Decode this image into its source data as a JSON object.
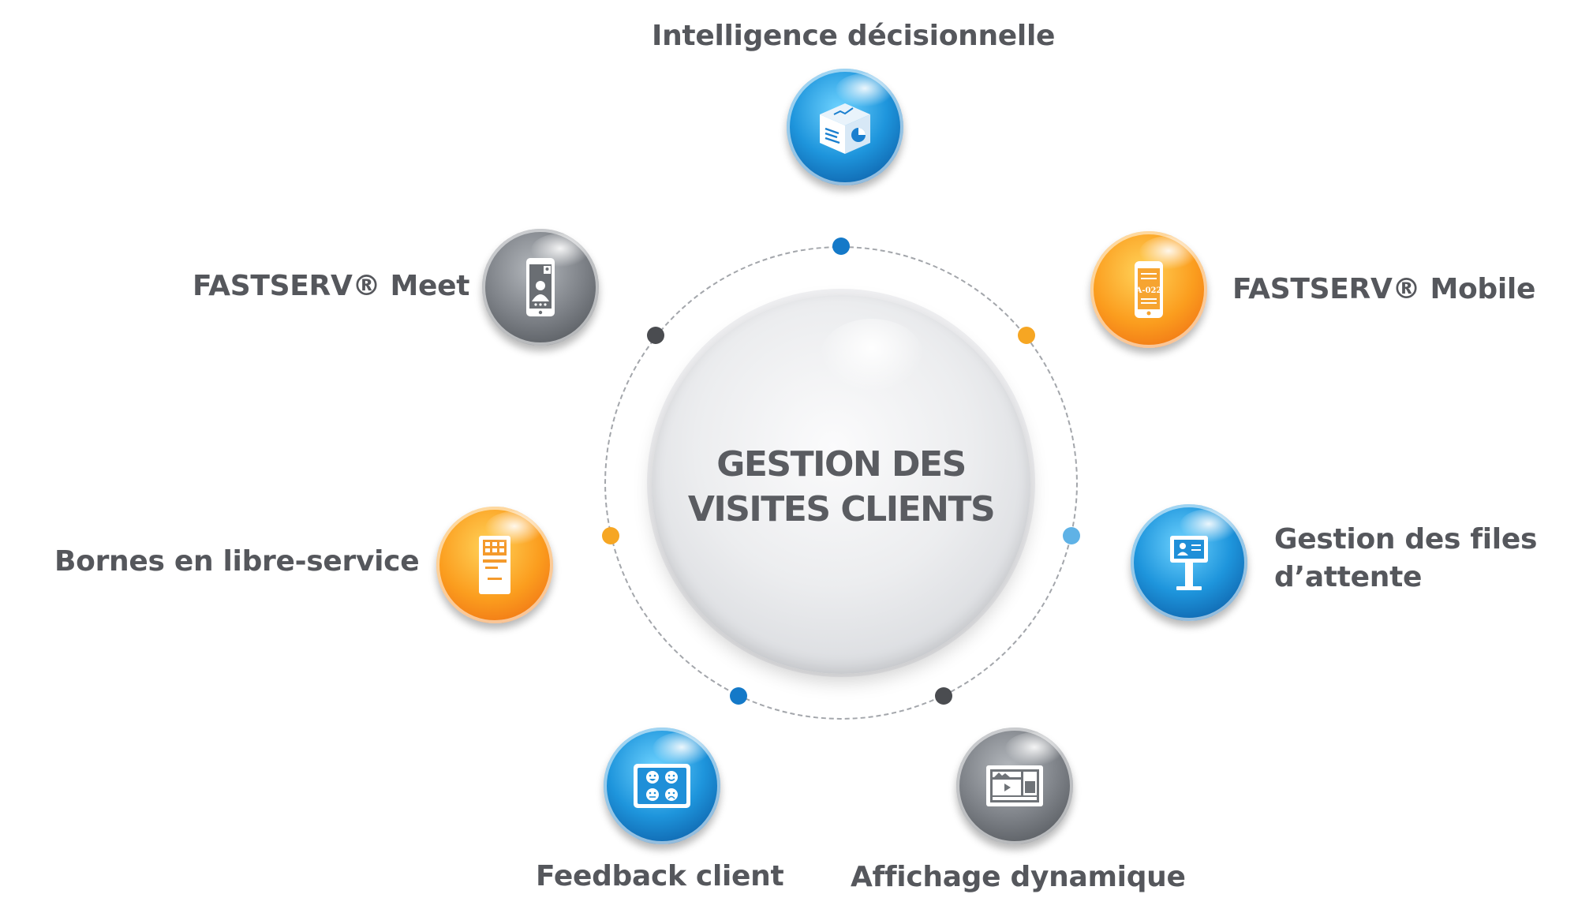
{
  "center": {
    "title": "GESTION DES\nVISITES CLIENTS"
  },
  "nodes": [
    {
      "id": "intelligence",
      "label": "Intelligence décisionnelle",
      "color": "blue",
      "icon": "cube-analytics-icon"
    },
    {
      "id": "mobile",
      "label": "FASTSERV® Mobile",
      "color": "orange",
      "icon": "mobile-ticket-icon",
      "ticket": "A-022"
    },
    {
      "id": "files",
      "label": "Gestion des files\nd’attente",
      "color": "blue",
      "icon": "queue-kiosk-icon"
    },
    {
      "id": "affichage",
      "label": "Affichage dynamique",
      "color": "gray",
      "icon": "digital-signage-icon"
    },
    {
      "id": "feedback",
      "label": "Feedback client",
      "color": "blue",
      "icon": "feedback-smileys-icon"
    },
    {
      "id": "bornes",
      "label": "Bornes en libre-service",
      "color": "orange",
      "icon": "self-service-kiosk-icon"
    },
    {
      "id": "meet",
      "label": "FASTSERV® Meet",
      "color": "gray",
      "icon": "video-meeting-phone-icon"
    }
  ],
  "ring_dots": [
    {
      "color": "#1479c8"
    },
    {
      "color": "#f6a623"
    },
    {
      "color": "#5fb2e6"
    },
    {
      "color": "#4a4c50"
    },
    {
      "color": "#1479c8"
    },
    {
      "color": "#f6a623"
    },
    {
      "color": "#4a4c50"
    }
  ]
}
